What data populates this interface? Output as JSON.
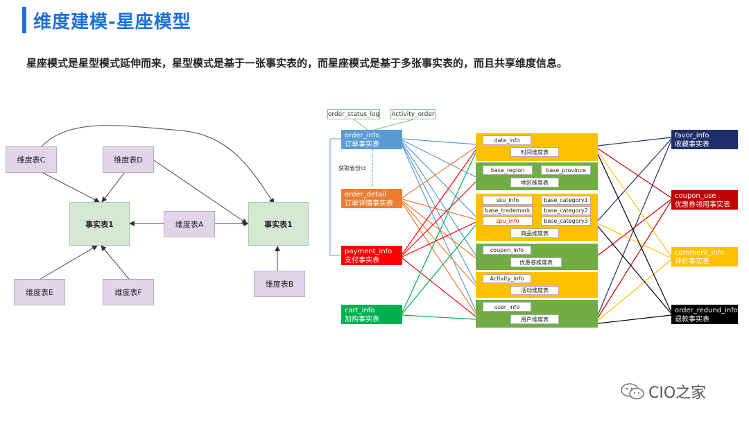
{
  "header": {
    "title": "维度建模-星座模型",
    "subtitle": "星座模式是星型模式延伸而来，星型模式是基于一张事实表的，而星座模式是基于多张事实表的，而且共享维度信息。"
  },
  "left_diagram": {
    "dim_c": "维度表C",
    "dim_d": "维度表D",
    "dim_a": "维度表A",
    "dim_b": "维度表B",
    "dim_e": "维度表E",
    "dim_f": "维度表F",
    "fact_left": "事实表1",
    "fact_right": "事实表1"
  },
  "right_diagram": {
    "top_tags": [
      "order_status_log",
      "Activity_order"
    ],
    "note": "获取省份id",
    "facts_left": [
      {
        "en": "order_info",
        "zh": "订单事实表",
        "color": "#5b9bd5"
      },
      {
        "en": "order_detail",
        "zh": "订单详情事实表",
        "color": "#ed7d31"
      },
      {
        "en": "payment_info",
        "zh": "支付事实表",
        "color": "#ff0000"
      },
      {
        "en": "cart_info",
        "zh": "加购事实表",
        "color": "#00b050"
      }
    ],
    "facts_right": [
      {
        "en": "favor_info",
        "zh": "收藏事实表",
        "color": "#1f2f6b"
      },
      {
        "en": "coupon_use",
        "zh": "优惠券领用事实表",
        "color": "#c00000"
      },
      {
        "en": "comment_info",
        "zh": "评价事实表",
        "color": "#ffc000"
      },
      {
        "en": "order_redund_info",
        "zh": "退款事实表",
        "color": "#000000"
      }
    ],
    "dims": {
      "time": {
        "item": "date_info",
        "caption": "时间维度表"
      },
      "region": {
        "items": [
          "base_region",
          "base_province"
        ],
        "caption": "地区维度表"
      },
      "product": {
        "items": [
          "sku_info",
          "base_category1",
          "base_trademark",
          "base_category2",
          "spu_info",
          "base_category3"
        ],
        "caption": "商品维度表"
      },
      "coupon": {
        "item": "coupon_info",
        "caption": "优惠卷维度表"
      },
      "activity": {
        "item": "Activity_info",
        "caption": "活动维度表"
      },
      "user": {
        "item": "user_info",
        "caption": "用户维度表"
      }
    },
    "colors": {
      "yellow": "#ffc000",
      "green": "#70ad47",
      "title_blue": "#1e6fd9"
    }
  },
  "watermark": {
    "text": "CIO之家"
  }
}
